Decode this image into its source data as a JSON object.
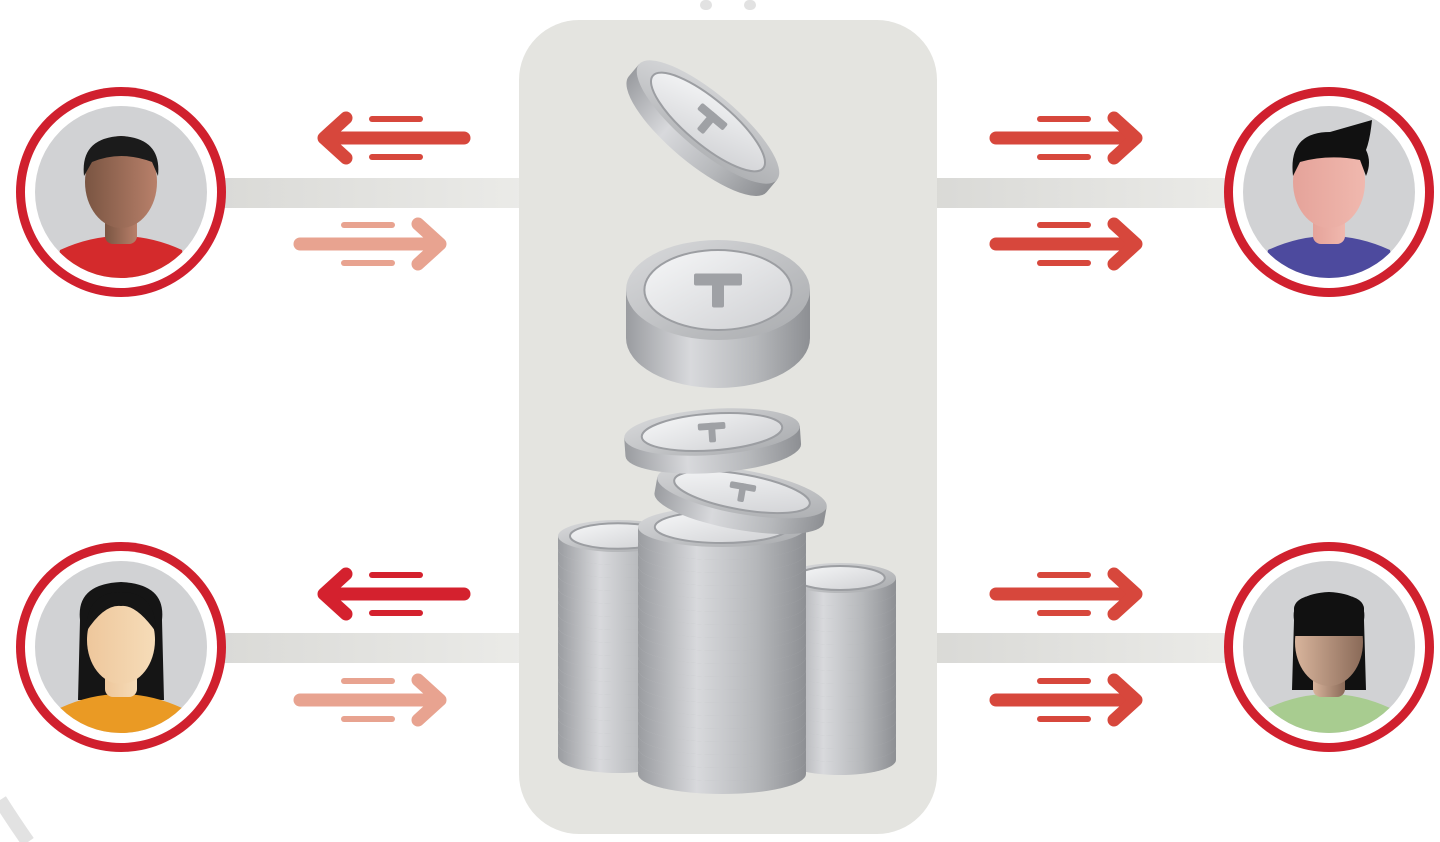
{
  "colors": {
    "background": "#ffffff",
    "panel": "#e4e4e0",
    "connector": "#e2e2de",
    "ring": "#d0202e",
    "avatar_bg": "#d1d2d4",
    "arrow_dark": "#d4212e",
    "arrow_medium": "#d7473c",
    "arrow_light": "#e8a390",
    "coin_light": "#eef0f2",
    "coin_mid": "#c4c5c8",
    "coin_dark": "#8f9195"
  },
  "center": {
    "icon": "coin-stack-icon",
    "coin_symbol": "T"
  },
  "users": [
    {
      "id": "top-left",
      "icon": "user-avatar-icon",
      "skin": [
        "#7a5542",
        "#b8806a"
      ],
      "hair": "#1b1b1b",
      "shirt": "#d42a2c",
      "hair_style": "short"
    },
    {
      "id": "top-right",
      "icon": "user-avatar-icon",
      "skin": [
        "#e5a39a",
        "#f0b8ae"
      ],
      "hair": "#111111",
      "shirt": "#4d4a9e",
      "hair_style": "quiff"
    },
    {
      "id": "bottom-left",
      "icon": "user-avatar-icon",
      "skin": [
        "#eec79c",
        "#f6dcb8"
      ],
      "hair": "#151515",
      "shirt": "#ea9a24",
      "hair_style": "long"
    },
    {
      "id": "bottom-right",
      "icon": "user-avatar-icon",
      "skin": [
        "#8a6a58",
        "#d8b49c"
      ],
      "hair": "#111111",
      "shirt": "#a8cc90",
      "hair_style": "long-bangs"
    }
  ],
  "flows": [
    {
      "user": "top-left",
      "direction": "outgoing",
      "tone": "arrow_medium"
    },
    {
      "user": "top-left",
      "direction": "incoming",
      "tone": "arrow_light"
    },
    {
      "user": "bottom-left",
      "direction": "outgoing",
      "tone": "arrow_dark"
    },
    {
      "user": "bottom-left",
      "direction": "incoming",
      "tone": "arrow_light"
    },
    {
      "user": "top-right",
      "direction": "outgoing",
      "tone": "arrow_medium"
    },
    {
      "user": "top-right",
      "direction": "outgoing",
      "tone": "arrow_medium"
    },
    {
      "user": "bottom-right",
      "direction": "outgoing",
      "tone": "arrow_medium"
    },
    {
      "user": "bottom-right",
      "direction": "outgoing",
      "tone": "arrow_medium"
    }
  ]
}
